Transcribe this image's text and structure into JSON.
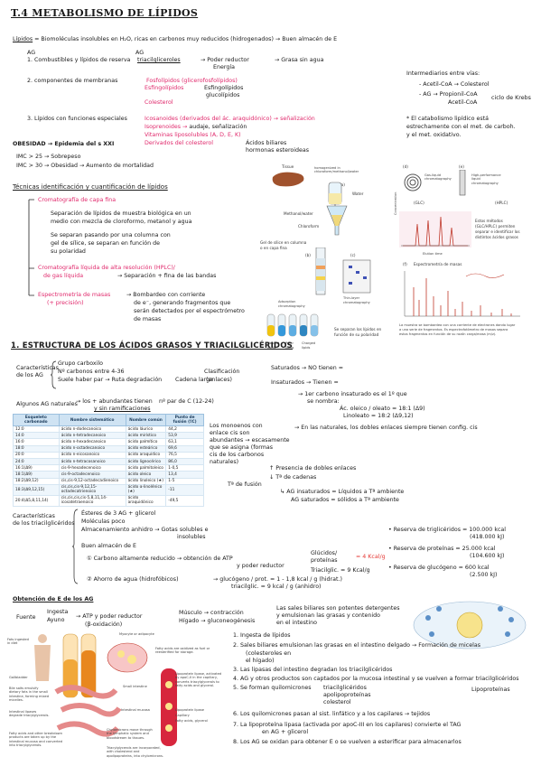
{
  "title": "T.4 METABOLISMO DE LÍPIDOS",
  "intro": {
    "line1_a": "Lípidos",
    "line1_b": "= Biomoléculas insolubles en H₂O, ricas en carbonos muy reducidos (hidrogenados) → Buen almacén de E",
    "item1_a": "1. Combustibles y lípidos de reserva",
    "item1_ag": "AG",
    "item1_b": "triacilgliceroles",
    "item1_c": "→ Poder reductor",
    "item1_d": "Energía",
    "item1_e": "→ Grasa sin agua",
    "item2": "2. componentes de membranas",
    "item2_a": "Fosfolípidos (glicerofosfolípidos)",
    "item2_b": "Esfingolípidos",
    "item2_b1": "Esfingolípidos",
    "item2_b2": "glucolípidos",
    "item2_c": "Colesterol",
    "item3": "3. Lípidos con funciones especiales",
    "item3_a": "Icosanoides (derivados del ác. araquidónico) → señalización",
    "item3_b": "Isoprenoides → ",
    "item3_b2": "audaje, señalización",
    "item3_c": "Vitaminas liposolubles (A, D, E, K)",
    "item3_d": "Derivados del colesterol",
    "item3_d1": "Ácidos biliares",
    "item3_d2": "hormonas esteroideas",
    "obesity": "OBESIDAD → Epidemia del s XXI",
    "imc1": "IMC > 25 → Sobrepeso",
    "imc2": "IMC > 30 → Obesidad → Aumento de mortalidad"
  },
  "side_note": {
    "l1": "Intermediarios entre vías:",
    "l2": "- Acetil-CoA → Colesterol",
    "l3": "- AG → Propionil-CoA",
    "l4": "Acetil-CoA",
    "l5": "ciclo de Krebs",
    "l6": "* El catabolismo lipídico está",
    "l7": "estrechamente con el met. de carboh.",
    "l8": "y el met. oxidativo."
  },
  "techniques": {
    "title": "Técnicas identificación y cuantificación de lípidos",
    "t1": "Cromatografía de capa fina",
    "t1_d1": "Separación de lípidos de muestra biológica en un",
    "t1_d2": "medio con mezcla de cloroformo, metanol y agua",
    "t1_d3": "Se separan pasando por una columna con",
    "t1_d4": "gel de sílice, se separan en función de",
    "t1_d5": "su polaridad",
    "t2_a": "Cromatografía líquida de alta resolución (HPLC)/",
    "t2_b": "de gas líquida",
    "t2_c": "→ Separación + fina de las bandas",
    "t3_a": "Espectrometría de masas",
    "t3_b": "→ Bombardeo con corriente",
    "t3_c": "(+ precisión)",
    "t3_d": "de e⁻, generando fragmentos que",
    "t3_e": "serán detectados por el espectrómetro",
    "t3_f": "de masas"
  },
  "fig_left": {
    "tissue": "Tissue",
    "step1": "homogenized in chloroform/methanol/water",
    "a": "(a)",
    "water": "Water",
    "meth": "Methanol/water",
    "chl": "Chloroform",
    "gel": "Gel de sílice en columna",
    "gel2": "o en capa fina",
    "b": "(b)",
    "c": "(c)",
    "ads": "Adsorption",
    "ads2": "chromatography",
    "tlc": "Thin-layer",
    "tlc2": "chromatography",
    "sep": "Se separan los lípidos en",
    "sep2": "función de su polaridad",
    "neutral": "Neutral",
    "polar": "Polar",
    "charged": "Charged",
    "lipids": "lipids"
  },
  "fig_right": {
    "d": "(d)",
    "e": "(e)",
    "glc_name": "Gas-liquid chromatography",
    "glc": "(GLC)",
    "hplc_name": "High-performance liquid chromatography",
    "hplc": "(HPLC)",
    "estos": "Estos métodos",
    "estos2": "(GLC/HPLC) permiten",
    "estos3": "separar e identificar los",
    "estos4": "distintos ácidos grasos",
    "elution": "Elution time",
    "conc": "Concentration",
    "f": "(f)",
    "ms": "Espectrometría de masas",
    "cap1": "La muestra se bombardea con una corriente de electrones dando lugar",
    "cap2": "a una serie de fragmentos. Es espectrofotómetro de masas separa",
    "cap3": "estos fragmentos en función de su razón carga/masa (m/z)."
  },
  "section1": {
    "title": "1. ESTRUCTURA DE LOS ÁCIDOS GRASOS Y TRIACILGLICÉRIDOS",
    "char_a": "Características",
    "char_b": "de los AG",
    "c1": "Grupo carboxilo",
    "c2": "Nº carbonos entre 4-36",
    "c3": "Suele haber par → Ruta degradación",
    "c3b": "Cadena larga",
    "clasif": "Clasificación",
    "clasif2": "(enlaces)",
    "sat": "Saturados → NO tienen =",
    "insat": "Insaturados → Tienen =",
    "insat2": "→ 1er carbono insaturado es el 1º que",
    "insat3": "se nombra:",
    "ej1": "Ác. oleico / oleato = 18:1 (Δ9)",
    "ej2": "Linoleato = 18:2 (Δ9,12)",
    "nat_a": "Algunos AG naturales",
    "nat_b": "→ los + abundantes tienen",
    "nat_c": "y sin ramificaciones",
    "nat_d": "nº par de C (12-24)",
    "mono1": "Los monoenos con",
    "mono2": "enlace cis son",
    "mono3": "abundantes → escasamente",
    "mono4": "que se asigna (formas",
    "mono5": "cis de los carbonos",
    "mono6": "naturales)",
    "nat_cis": "→ En las naturales, los dobles enlaces siempre tienen config. cis",
    "prop1": "↑ Presencia de dobles enlaces",
    "prop2": "↓ Tª de cadenas",
    "tf": "Tª de fusión",
    "prop3": "↳ AG insaturados = Líquidos a Tª ambiente",
    "prop4": "AG saturados = sólidos a Tª ambiente"
  },
  "table": {
    "headers": [
      "Esqueleto carbonado",
      "Nombre sistemático",
      "Nombre común",
      "Punto de fusión (ºC)"
    ],
    "rows": [
      [
        "12:0",
        "ácido n-dodecanoico",
        "ácido láurico",
        "44,2"
      ],
      [
        "14:0",
        "ácido n-tetradecanoico",
        "ácido mirístico",
        "53,9"
      ],
      [
        "16:0",
        "ácido n-hexadecanoico",
        "ácido palmítico",
        "63,1"
      ],
      [
        "18:0",
        "ácido n-octadecanoico",
        "ácido esteárico",
        "69,6"
      ],
      [
        "20:0",
        "ácido n-eicosanoico",
        "ácido araquídico",
        "76,5"
      ],
      [
        "24:0",
        "ácido n-tetracosanoico",
        "ácido lignocérico",
        "86,0"
      ],
      [
        "16:1(Δ9)",
        "cis-9-hexadecenoico",
        "ácido palmitoleico",
        "1-0,5"
      ],
      [
        "18:1(Δ9)",
        "cis-9-octadecenoico",
        "ácido oleico",
        "13,4"
      ],
      [
        "18:2(Δ9,12)",
        "cis,cis-9,12-octadecadienoico",
        "ácido linoleico (★)",
        "1-5"
      ],
      [
        "18:3(Δ9,12,15)",
        "cis,cis,cis-9,12,15-octadecatrienoico",
        "ácido α-linolénico (★)",
        "-11"
      ],
      [
        "20:4(Δ5,8,11,14)",
        "cis,cis,cis,cis-5,8,11,14-icosatetraenoico",
        "ácido araquidónico",
        "-49,5"
      ]
    ]
  },
  "trig": {
    "char_a": "Características",
    "char_b": "de los triacilglicéridos",
    "g1": "Ésteres de 3 AG + glicerol",
    "g2": "Moléculas poco",
    "g3": "Almacenamiento anhidro → Gotas solubles e",
    "g3b": "insolubles",
    "g4": "Buen almacén de E",
    "g5a": "① Carbono altamente reducido → obtención de ATP",
    "g5b": "y poder reductor",
    "g5c": "Glúcidos/",
    "g5d": "proteínas",
    "g5e": "= 4 Kcal/g",
    "g5f": "Triacilglic. = 9 Kcal/g",
    "g6a": "② Ahorro de agua (hidrofóbicos)",
    "g6b": "→ glucógeno / prot. = 1 - 1,8 kcal / g (hidrat.)",
    "g6c": "triacilglic. = 9 kcal / g (anhidro)",
    "r1a": "• Reserva de triglicéridos = 100.000 kcal",
    "r1b": "(418.000 kJ)",
    "r2a": "• Reserva de proteínas = 25.000 kcal",
    "r2b": "(104.600 kJ)",
    "r3a": "• Reserva de glucógeno = 600 kcal",
    "r3b": "(2.500 kJ)"
  },
  "energy": {
    "title": "Obtención de E de los AG",
    "fuente": "Fuente",
    "ing": "Ingesta",
    "ay": "Ayuno",
    "atp": "→ ATP y poder reductor",
    "box": "(β-oxidación)",
    "musc": "Músculo → contracción",
    "hig": "Hígado → gluconeogénesis",
    "bile1": "Las sales biliares son potentes detergentes",
    "bile2": "y emulsionan las grasas y contenido",
    "bile3": "en el intestino",
    "s1": "1. Ingesta de lípidos",
    "s2": "2. Sales biliares emulsionan las grasas en el intestino delgado → Formación de micelas",
    "s2b": "(colesteroles en",
    "s2c": "el hígado)",
    "s3": "3. Las lipasas del intestino degradan los triacilglicéridos",
    "s4": "4. AG y otros productos son captados por la mucosa intestinal y se vuelven a formar triacilglicéridos",
    "s5": "5. Se forman quilomicrones",
    "s5a": "triacilglicéridos",
    "s5b": "apolipoproteínas",
    "s5c": "colesterol",
    "s5r": "Lipoproteínas",
    "s6": "6. Los quilomicrones pasan al sist. linfático y a los capilares → tejidos",
    "s7": "7. La lipoproteína lipasa (activada por apoC-III en los capilares) convierte el TAG",
    "s7b": "en AG + glicerol",
    "s8": "8. Los AG se oxidan para obtener E o se vuelven a esterificar para almacenarlos"
  },
  "fig_digest": {
    "fats": "Fats ingested",
    "fats2": "in diet",
    "gall": "Gallbladder",
    "small": "Small intestine",
    "myocyte": "Myocyte or adipocyte",
    "l1": "Bile salts emulsify dietary fats in the small intestine, forming mixed micelles.",
    "l2": "Intestinal lipases degrade triacylglycerols.",
    "l3": "Fatty acids and other breakdown products are taken up by the intestinal mucosa and converted into triacylglycerols.",
    "l4": "Triacylglycerols are incorporated, with cholesterol and apolipoproteins, into chylomicrons.",
    "l5": "Chylomicrons move through the lymphatic system and bloodstream to tissues.",
    "l6": "Lipoprotein lipase, activated by apoC-II in the capillary, converts triacylglycerols to fatty acids and glycerol.",
    "l7": "Fatty acids are oxidized as fuel or reesterified for storage.",
    "mucosa": "Intestinal mucosa",
    "lipase": "Lipoprotein lipase",
    "capill": "Capillary",
    "glyc": "Fatty acids, glycerol"
  }
}
